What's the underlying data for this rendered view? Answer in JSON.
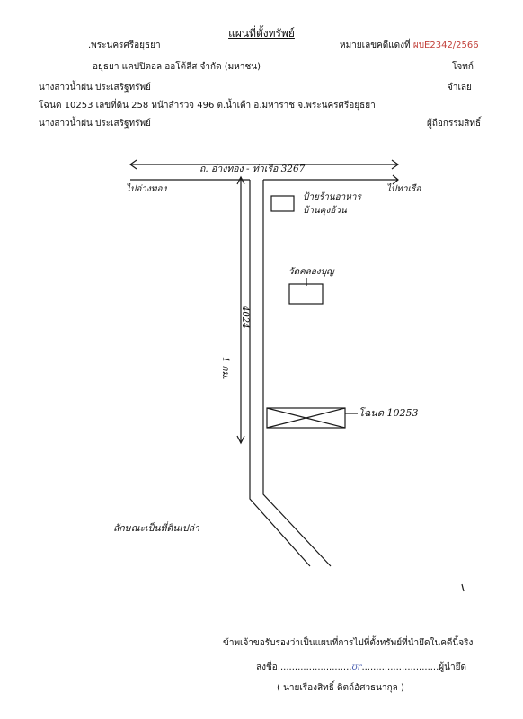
{
  "document": {
    "title": "แผนที่ตั้งทรัพย์",
    "court": ".พระนครศรีอยุธยา",
    "case_label": "หมายเลขคดีแดงที่",
    "case_number": "ผบE2342/2566",
    "plaintiff_name": "อยุธยา แคปปิตอล ออโต้ลีส จำกัด (มหาชน)",
    "plaintiff_role": "โจทก์",
    "defendant_name": "นางสาวน้ำฝน ประเสริฐทรัพย์",
    "defendant_role": "จำเลย",
    "deed_line": "โฉนด 10253 เลขที่ดิน 258 หน้าสำรวจ 496 ต.น้ำเต้า อ.มหาราช จ.พระนครศรีอยุธยา",
    "owner_name": "นางสาวน้ำฝน ประเสริฐทรัพย์",
    "owner_role": "ผู้ถือกรรมสิทธิ์"
  },
  "map": {
    "main_road": "ถ. อ่างทอง - ท่าเรือ 3267",
    "left_direction": "ไปอ่างทอง",
    "right_direction": "ไปท่าเรือ",
    "shop_label_line1": "ป้ายร้านอาหาร",
    "shop_label_line2": "บ้านคุงอ้วน",
    "temple_label": "วัดคลองบุญ",
    "side_road": "4024",
    "distance": "1 กม.",
    "deed_label": "โฉนด 10253",
    "land_description": "ลักษณะเป็นที่ดินเปล่า"
  },
  "certification": {
    "statement": "ข้าพเจ้าขอรับรองว่าเป็นแผนที่การไปที่ตั้งทรัพย์ที่นำยึดในคดีนี้จริง",
    "sign_label": "ลงชื่อ",
    "signature_mark": "ʊr",
    "signer_role": "ผู้นำยึด",
    "signer_name": "(     นายเรืองสิทธิ์ ดิตถ์อัศวธนากุล  )"
  }
}
